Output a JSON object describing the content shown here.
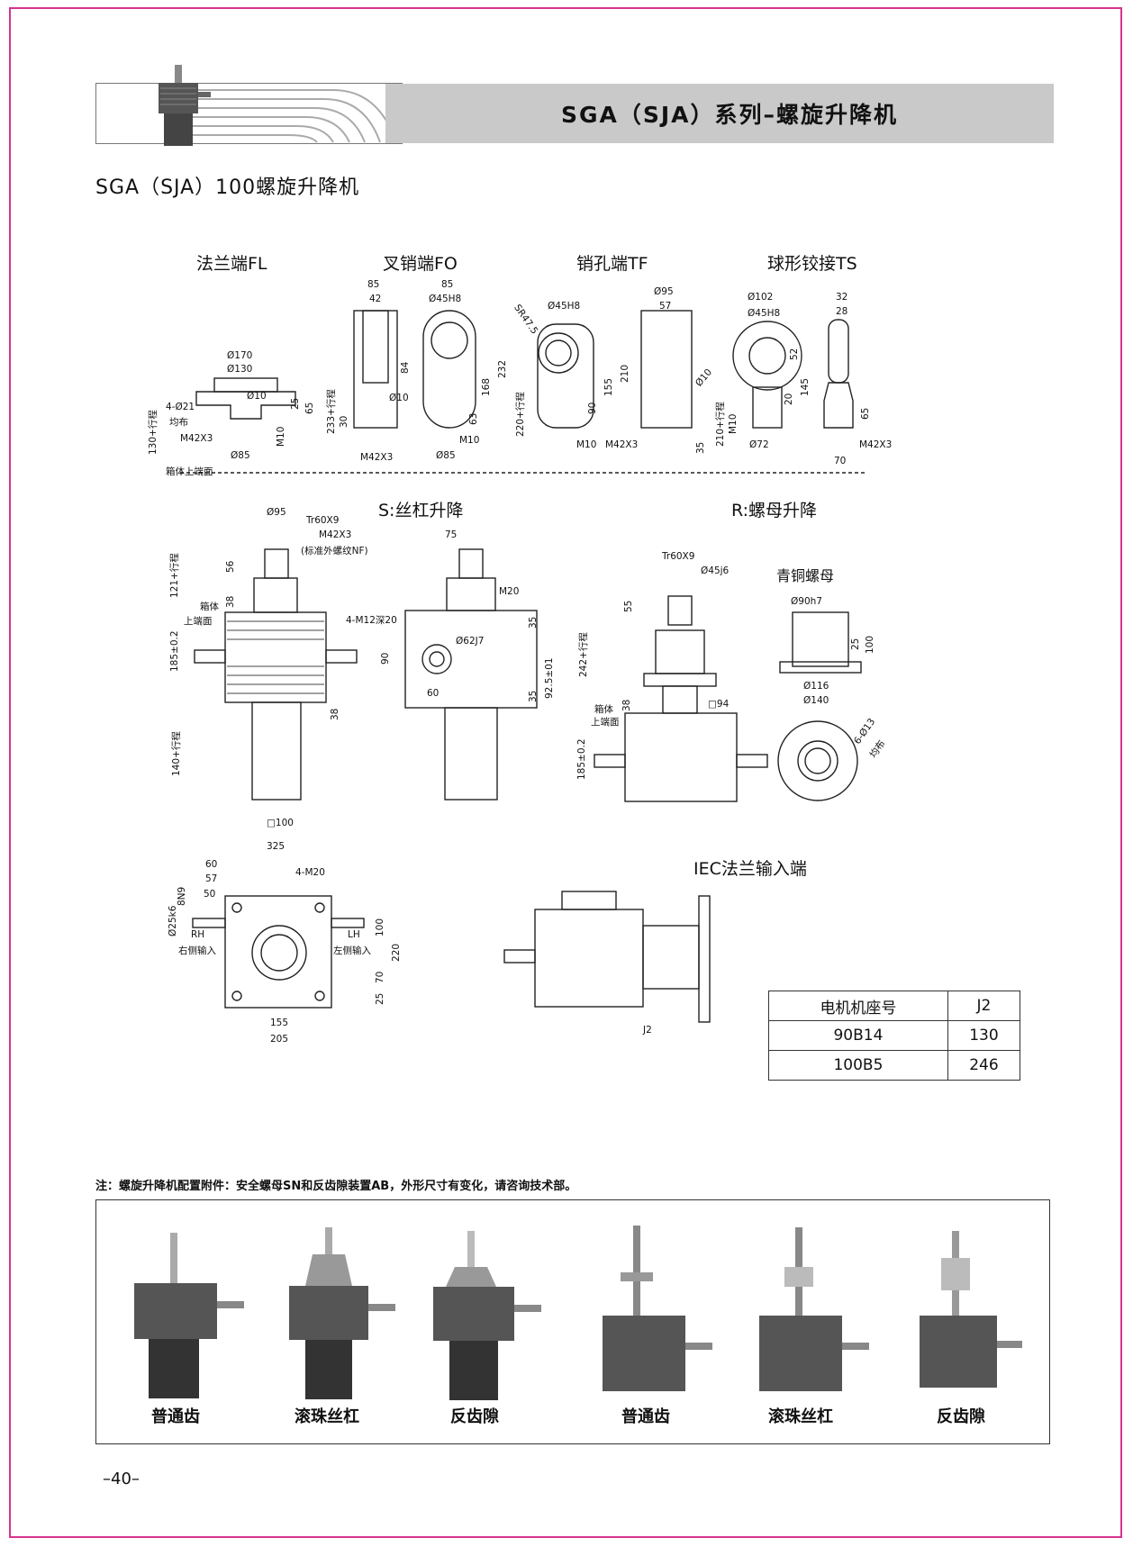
{
  "header": {
    "title": "SGA（SJA）系列–螺旋升降机"
  },
  "subtitle": "SGA（SJA）100螺旋升降机",
  "end_types": [
    {
      "label": "法兰端FL"
    },
    {
      "label": "叉销端FO"
    },
    {
      "label": "销孔端TF"
    },
    {
      "label": "球形铰接TS"
    }
  ],
  "fl_dims": {
    "d170": "Ø170",
    "d130": "Ø130",
    "holes": "4-Ø21",
    "uniform": "均布",
    "d10": "Ø10",
    "h25": "25",
    "h65": "65",
    "thread": "M42X3",
    "m10": "M10",
    "d85": "Ø85",
    "stroke": "130+行程",
    "base": "箱体上端面"
  },
  "fo_dims": {
    "w85a": "85",
    "w42": "42",
    "w85b": "85",
    "d45": "Ø45H8",
    "h84": "84",
    "h30": "30",
    "d10": "Ø10",
    "stroke": "233+行程",
    "thread": "M42X3",
    "h168": "168",
    "h63": "63",
    "h232": "232",
    "m10": "M10",
    "d85": "Ø85"
  },
  "tf_dims": {
    "sr": "SR47.5",
    "d45": "Ø45H8",
    "d95": "Ø95",
    "w57": "57",
    "stroke": "220+行程",
    "h90": "90",
    "h155": "155",
    "h210": "210",
    "d10": "Ø10",
    "m10": "M10",
    "thread": "M42X3",
    "h35": "35"
  },
  "ts_dims": {
    "d102": "Ø102",
    "d45": "Ø45H8",
    "h52": "52",
    "h20": "20",
    "h145": "145",
    "stroke": "210+行程",
    "m10": "M10",
    "d72": "Ø72",
    "w32": "32",
    "w28": "28",
    "h65": "65",
    "thread": "M42X3",
    "w70": "70"
  },
  "section_s": "S:丝杠升降",
  "section_r": "R:螺母升降",
  "s_dims": {
    "d95": "Ø95",
    "tr": "Tr60X9",
    "thread": "M42X3",
    "note": "(标准外螺纹NF)",
    "h56": "56",
    "stroke121": "121+行程",
    "h38": "38",
    "box": "箱体",
    "boxface": "上端面",
    "h185": "185±0.2",
    "h38b": "38",
    "stroke140": "140+行程",
    "sq100": "□100"
  },
  "side_dims": {
    "w75": "75",
    "m20": "M20",
    "holes": "4-M12深20",
    "h35a": "35",
    "d62": "Ø62J7",
    "h90": "90",
    "h92": "92.5±01",
    "w60": "60",
    "h35b": "35"
  },
  "r_dims": {
    "tr": "Tr60X9",
    "d45": "Ø45j6",
    "h55": "55",
    "stroke": "242+行程",
    "box": "箱体",
    "boxface": "上端面",
    "h38": "38",
    "sq94": "□94",
    "h185": "185±0.2"
  },
  "nut": {
    "title": "青铜螺母",
    "d90": "Ø90h7",
    "h25": "25",
    "h100": "100",
    "d116": "Ø116",
    "d140": "Ø140",
    "holes": "6-Ø13",
    "uniform": "均布"
  },
  "top_dims": {
    "w325": "325",
    "w60": "60",
    "w57": "57",
    "w50": "50",
    "m20": "4-M20",
    "shaft": "Ø25k6",
    "key": "8N9",
    "rh": "RH",
    "rh_txt": "右侧输入",
    "lh": "LH",
    "lh_txt": "左侧输入",
    "h100": "100",
    "h220": "220",
    "h70": "70",
    "h25": "25",
    "w155": "155",
    "w205": "205"
  },
  "iec": {
    "title": "IEC法兰输入端",
    "j2": "J2"
  },
  "motor_table": {
    "headers": [
      "电机机座号",
      "J2"
    ],
    "rows": [
      [
        "90B14",
        "130"
      ],
      [
        "100B5",
        "246"
      ]
    ]
  },
  "note": "注：螺旋升降机配置附件：安全螺母SN和反齿隙装置AB，外形尺寸有变化，请咨询技术部。",
  "photo_captions": [
    "普通齿",
    "滚珠丝杠",
    "反齿隙",
    "普通齿",
    "滚珠丝杠",
    "反齿隙"
  ],
  "page_number": "–40–"
}
